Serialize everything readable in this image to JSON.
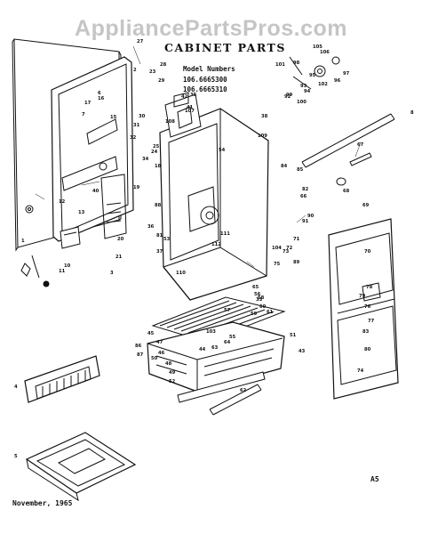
{
  "watermark": "AppliancePartsPros.com",
  "title": "CABINET PARTS",
  "models": {
    "heading": "Model Numbers",
    "numbers": [
      "106.6665300",
      "106.6665310"
    ]
  },
  "footer": {
    "date": "November, 1965",
    "page_code": "A5"
  },
  "part_labels": [
    "1",
    "2",
    "3",
    "4",
    "5",
    "6",
    "7",
    "8",
    "10",
    "11",
    "12",
    "13",
    "15",
    "16",
    "17",
    "18",
    "19",
    "20",
    "21",
    "23",
    "24",
    "25",
    "27",
    "28",
    "29",
    "30",
    "31",
    "32",
    "33",
    "34",
    "35",
    "36",
    "37",
    "38",
    "40",
    "41",
    "42",
    "43",
    "44",
    "45",
    "46",
    "47",
    "48",
    "49",
    "50",
    "51",
    "52",
    "53",
    "54",
    "55",
    "56",
    "57",
    "58",
    "59",
    "60",
    "61",
    "62",
    "63",
    "64",
    "65",
    "66",
    "67",
    "68",
    "69",
    "70",
    "71",
    "72",
    "73",
    "74",
    "75",
    "76",
    "77",
    "78",
    "79",
    "80",
    "81",
    "82",
    "83",
    "84",
    "85",
    "86",
    "87",
    "88",
    "89",
    "90",
    "91",
    "92",
    "93",
    "94",
    "95",
    "96",
    "97",
    "98",
    "99",
    "100",
    "101",
    "102",
    "103",
    "104",
    "105",
    "106",
    "107",
    "108",
    "109",
    "110",
    "111",
    "112"
  ]
}
